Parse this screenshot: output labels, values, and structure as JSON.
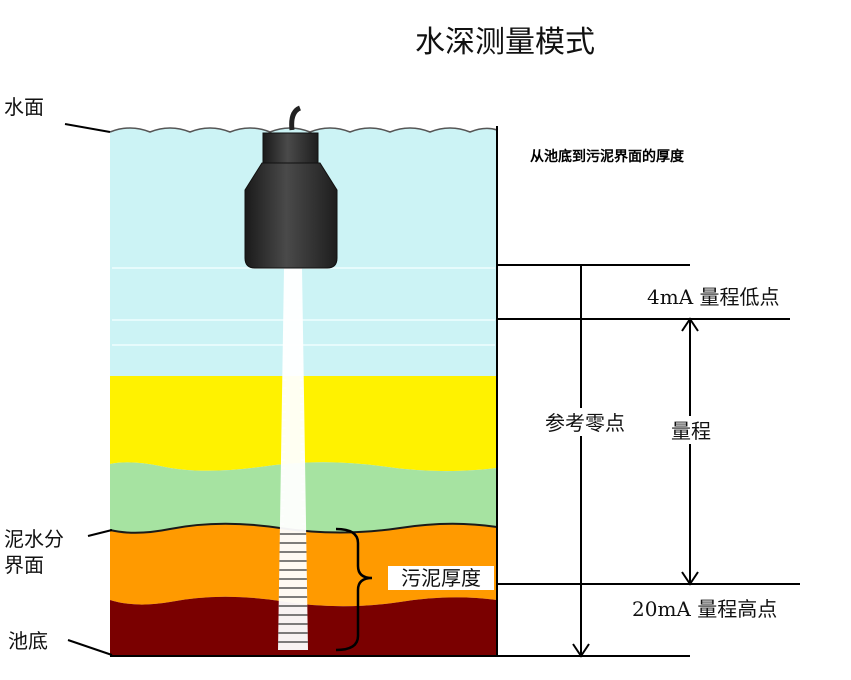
{
  "title": "水深测量模式",
  "labels": {
    "water_surface": "水面",
    "note": "从池底到污泥界面的厚度",
    "range_low": "4mA  量程低点",
    "reference_zero": "参考零点",
    "span": "量程",
    "mud_water_interface_line1": "泥水分",
    "mud_water_interface_line2": "界面",
    "sludge_thickness": "污泥厚度",
    "range_high": "20mA  量程高点",
    "pool_bottom": "池底"
  },
  "colors": {
    "water": "#ccf3f5",
    "yellow_layer": "#fff200",
    "green_layer": "#a6e3a1",
    "orange_layer": "#ff9a00",
    "sludge_layer": "#7a0000",
    "sensor": "#2b2b2b",
    "line": "#000000"
  },
  "icons": [
    "ultrasonic-sensor-icon",
    "curly-brace-icon"
  ]
}
